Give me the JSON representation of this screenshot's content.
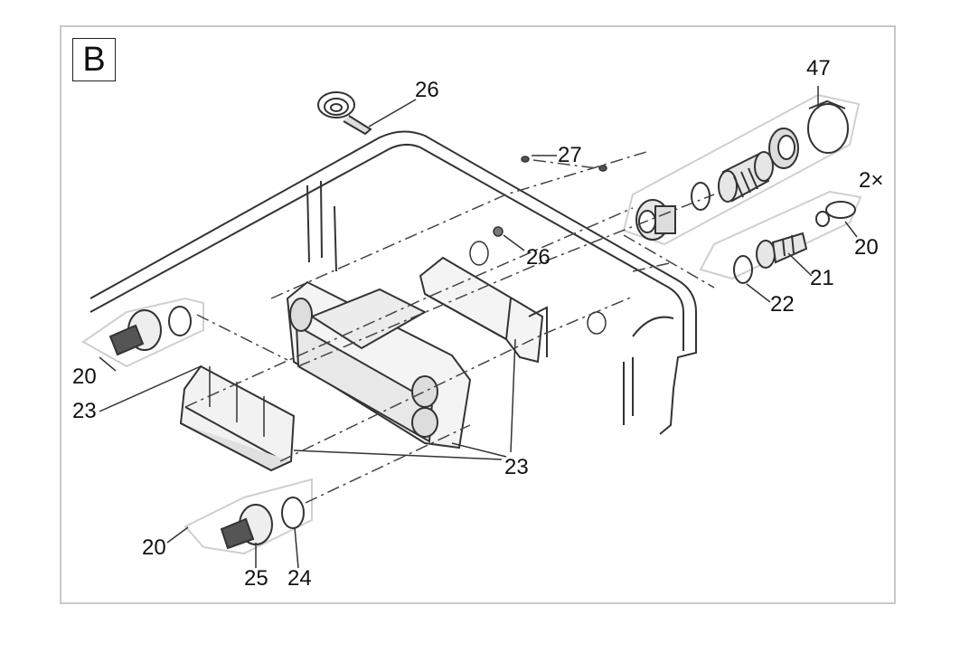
{
  "panel": {
    "letter": "B"
  },
  "callouts": {
    "c47": "47",
    "c26_top": "26",
    "c27": "27",
    "c2x": "2×",
    "c26_mid": "26",
    "c20_right": "20",
    "c21": "21",
    "c22": "22",
    "c20_left": "20",
    "c23_left": "23",
    "c23_bottom": "23",
    "c20_bottom": "20",
    "c25": "25",
    "c24": "24"
  },
  "colors": {
    "line": "#222222",
    "group_box": "#cfcfcf",
    "frame": "#c8c8c8",
    "part_fill": "#e6e6e6"
  }
}
